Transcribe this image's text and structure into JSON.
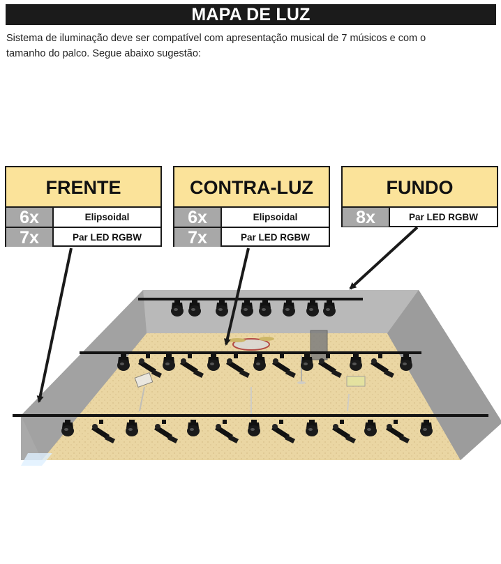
{
  "header": {
    "title": "MAPA DE LUZ"
  },
  "intro": {
    "line1": "Sistema de iluminação deve ser compatível com apresentação musical de 7 músicos e com o",
    "line2": "tamanho do palco. Segue abaixo sugestão:"
  },
  "boxes": [
    {
      "title": "FRENTE",
      "rows": [
        {
          "qty": "6x",
          "fixture": "Elipsoidal"
        },
        {
          "qty": "7x",
          "fixture": "Par LED RGBW"
        }
      ]
    },
    {
      "title": "CONTRA-LUZ",
      "rows": [
        {
          "qty": "6x",
          "fixture": "Elipsoidal"
        },
        {
          "qty": "7x",
          "fixture": "Par LED RGBW"
        }
      ]
    },
    {
      "title": "FUNDO",
      "rows": [
        {
          "qty": "8x",
          "fixture": "Par LED RGBW"
        }
      ]
    }
  ],
  "colors": {
    "box_header": "#fbe39a",
    "qty_cell": "#a8a8a8",
    "stage_wall": "#a9a9a9",
    "stage_floor": "#ecd9a8"
  }
}
